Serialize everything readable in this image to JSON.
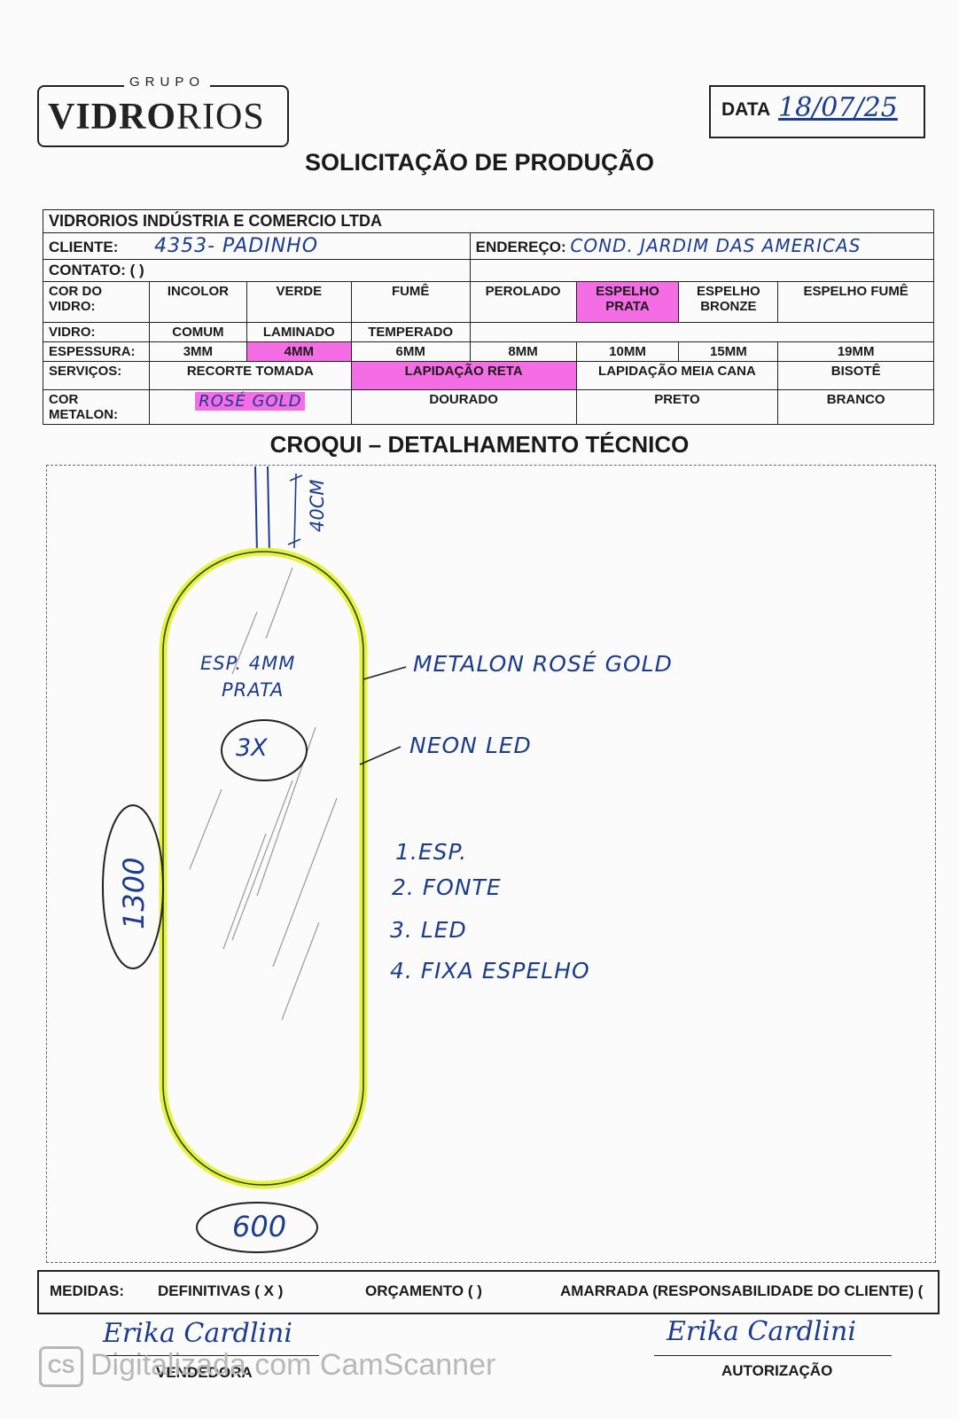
{
  "logo": {
    "group": "GRUPO",
    "brand_bold": "VIDRO",
    "brand_thin": "RIOS"
  },
  "date": {
    "label": "DATA",
    "value": "18/07/25"
  },
  "title": "SOLICITAÇÃO DE PRODUÇÃO",
  "company": "VIDRORIOS INDÚSTRIA E COMERCIO LTDA",
  "client": {
    "label": "CLIENTE:",
    "value": "4353- PADINHO"
  },
  "address": {
    "label": "ENDEREÇO:",
    "value": "COND. JARDIM DAS AMERICAS"
  },
  "contact": {
    "label": "CONTATO: (      )"
  },
  "glass_color": {
    "label": "COR DO VIDRO:",
    "options": [
      "INCOLOR",
      "VERDE",
      "FUMÊ",
      "PEROLADO",
      "ESPELHO PRATA",
      "ESPELHO BRONZE",
      "ESPELHO FUMÊ"
    ],
    "selected": "ESPELHO PRATA"
  },
  "glass_type": {
    "label": "VIDRO:",
    "options": [
      "COMUM",
      "LAMINADO",
      "TEMPERADO"
    ]
  },
  "thickness": {
    "label": "ESPESSURA:",
    "options": [
      "3MM",
      "4MM",
      "6MM",
      "8MM",
      "10MM",
      "15MM",
      "19MM"
    ],
    "selected": "4MM"
  },
  "services": {
    "label": "SERVIÇOS:",
    "options": [
      "RECORTE TOMADA",
      "LAPIDAÇÃO RETA",
      "LAPIDAÇÃO MEIA CANA",
      "BISOTÊ"
    ],
    "selected": "LAPIDAÇÃO RETA"
  },
  "metalon": {
    "label": "COR METALON:",
    "handwritten": "ROSÉ GOLD",
    "options": [
      "DOURADO",
      "PRETO",
      "BRANCO"
    ]
  },
  "croqui": {
    "title": "CROQUI – DETALHAMENTO TÉCNICO",
    "top_dimension": "40CM",
    "inside_label_1": "ESP. 4MM",
    "inside_label_2": "PRATA",
    "quantity": "3X",
    "height": "1300",
    "width": "600",
    "callout_metalon": "METALON ROSÉ GOLD",
    "callout_neon": "NEON LED",
    "list": [
      "1.ESP.",
      "2. FONTE",
      "3. LED",
      "4. FIXA ESPELHO"
    ]
  },
  "measures": {
    "label": "MEDIDAS:",
    "definitive": "DEFINITIVAS ( X )",
    "budget": "ORÇAMENTO (   )",
    "tied": "AMARRADA (RESPONSABILIDADE DO CLIENTE) ("
  },
  "signatures": {
    "seller_name": "Erika Cardlini",
    "seller_label": "VENDEDORA",
    "auth_name": "Erika Cardlini",
    "auth_label": "AUTORIZAÇÃO"
  },
  "watermark": {
    "icon": "CS",
    "text": "Digitalizada com CamScanner"
  },
  "colors": {
    "highlight_pink": "#f46de4",
    "highlight_yellow": "#e3f53a",
    "ink_blue": "#1b3c8f"
  }
}
